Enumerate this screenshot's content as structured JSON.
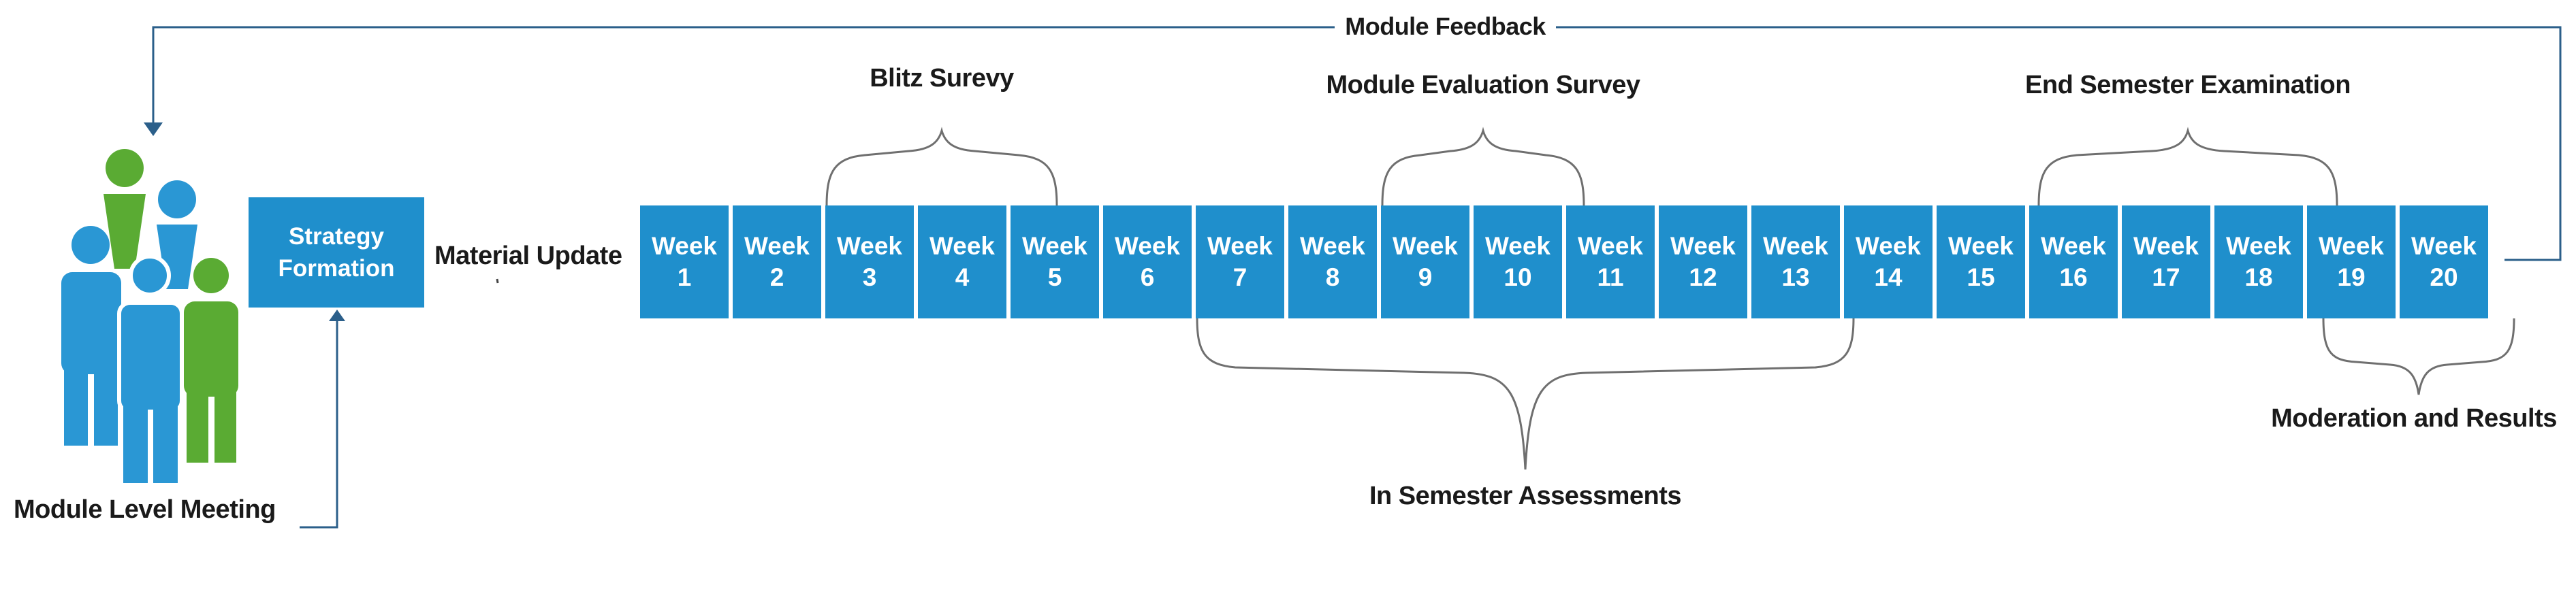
{
  "feedback_label": "Module Feedback",
  "material_update_label": "Material Update",
  "strategy_label": "Strategy\nFormation",
  "meeting_label": "Module Level Meeting",
  "weeks": [
    {
      "word": "Week",
      "num": "1"
    },
    {
      "word": "Week",
      "num": "2"
    },
    {
      "word": "Week",
      "num": "3"
    },
    {
      "word": "Week",
      "num": "4"
    },
    {
      "word": "Week",
      "num": "5"
    },
    {
      "word": "Week",
      "num": "6"
    },
    {
      "word": "Week",
      "num": "7"
    },
    {
      "word": "Week",
      "num": "8"
    },
    {
      "word": "Week",
      "num": "9"
    },
    {
      "word": "Week",
      "num": "10"
    },
    {
      "word": "Week",
      "num": "11"
    },
    {
      "word": "Week",
      "num": "12"
    },
    {
      "word": "Week",
      "num": "13"
    },
    {
      "word": "Week",
      "num": "14"
    },
    {
      "word": "Week",
      "num": "15"
    },
    {
      "word": "Week",
      "num": "16"
    },
    {
      "word": "Week",
      "num": "17"
    },
    {
      "word": "Week",
      "num": "18"
    },
    {
      "word": "Week",
      "num": "19"
    },
    {
      "word": "Week",
      "num": "20"
    }
  ],
  "annotations": {
    "blitz": "Blitz Surevy",
    "module_eval": "Module Evaluation Survey",
    "end_semester": "End Semester Examination",
    "in_semester": "In Semester Assessments",
    "moderation": "Moderation and Results"
  },
  "colors": {
    "box_blue": "#1f8fcc",
    "line_blue": "#2b5f8a",
    "person_blue": "#2a97d4",
    "person_green": "#5aab33"
  }
}
